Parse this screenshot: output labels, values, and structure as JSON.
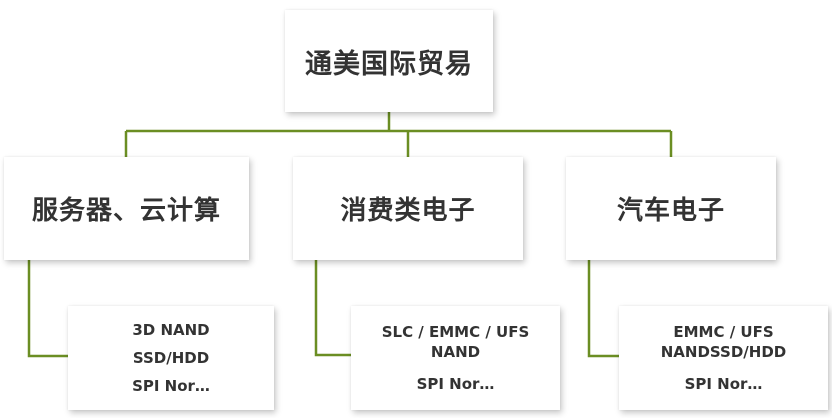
{
  "colors": {
    "connector": "#6b8e23",
    "text": "#333333",
    "box": "#ffffff"
  },
  "root": {
    "label": "通美国际贸易"
  },
  "categories": [
    {
      "label": "服务器、云计算",
      "details": [
        "3D NAND",
        "SSD/HDD",
        "SPI Nor…"
      ]
    },
    {
      "label": "消费类电子",
      "details": [
        "SLC / EMMC / UFS",
        "NAND",
        "SPI Nor…"
      ]
    },
    {
      "label": "汽车电子",
      "details": [
        "EMMC / UFS",
        "NANDSSD/HDD",
        "SPI Nor…"
      ]
    }
  ]
}
